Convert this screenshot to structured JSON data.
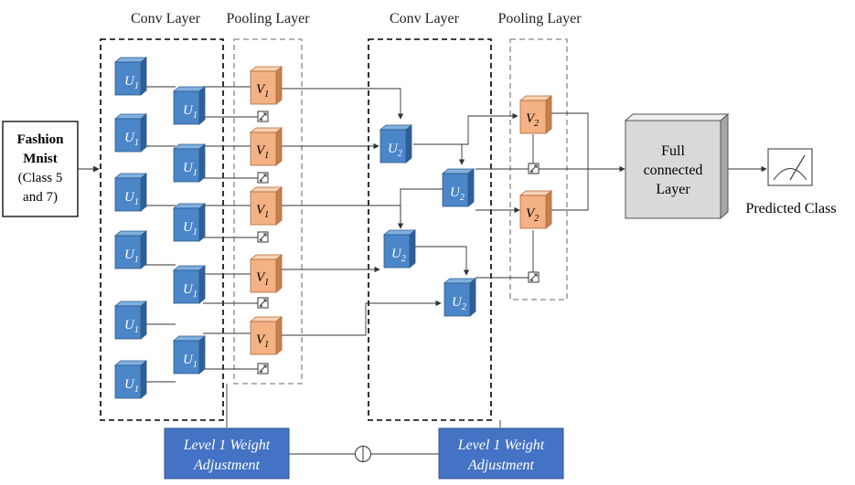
{
  "headers": {
    "conv1": "Conv Layer",
    "pool1": "Pooling Layer",
    "conv2": "Conv Layer",
    "pool2": "Pooling Layer"
  },
  "input": {
    "line1": "Fashion",
    "line2": "Mnist",
    "line3": "(Class 5",
    "line4": "and 7)"
  },
  "unit_labels": {
    "u": "U",
    "v": "V",
    "sub1": "1",
    "sub2": "2"
  },
  "full_connected": {
    "line1": "Full",
    "line2": "connected",
    "line3": "Layer"
  },
  "output": {
    "label": "Predicted Class"
  },
  "weight_adjust": {
    "left": {
      "line1": "Level 1 Weight",
      "line2": "Adjustment"
    },
    "right": {
      "line1": "Level 1 Weight",
      "line2": "Adjustment"
    }
  },
  "colors": {
    "conv_unit": "#4a86c8",
    "conv_unit_side": "#2f5f96",
    "pool_unit": "#f4b183",
    "pool_unit_side": "#c5804c",
    "full_connected": "#d9d9d9",
    "weight_box": "#4472c4"
  },
  "icons": {
    "gate": "switch-gate-icon",
    "meter": "gauge-icon",
    "combine": "circled-plus-icon"
  }
}
